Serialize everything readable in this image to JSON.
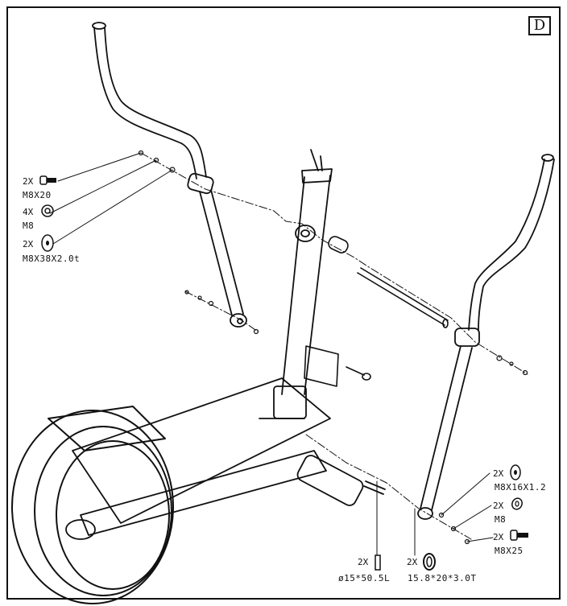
{
  "step_label": "D",
  "hardware_callouts": {
    "upper_left": [
      {
        "qty": "2X",
        "name": "M8X20",
        "icon": "bolt-icon"
      },
      {
        "qty": "4X",
        "name": "M8",
        "icon": "nut-icon"
      },
      {
        "qty": "2X",
        "name": "M8X38X2.0t",
        "icon": "washer-icon"
      }
    ],
    "lower_right": [
      {
        "qty": "2X",
        "name": "M8X16X1.2",
        "icon": "washer-icon"
      },
      {
        "qty": "2X",
        "name": "M8",
        "icon": "nut-icon"
      },
      {
        "qty": "2X",
        "name": "M8X25",
        "icon": "bolt-icon"
      }
    ],
    "bottom": [
      {
        "qty": "2X",
        "name": "ø15*50.5L",
        "icon": "axle-pin-icon"
      },
      {
        "qty": "2X",
        "name": "15.8*20*3.0T",
        "icon": "bushing-icon"
      }
    ]
  }
}
